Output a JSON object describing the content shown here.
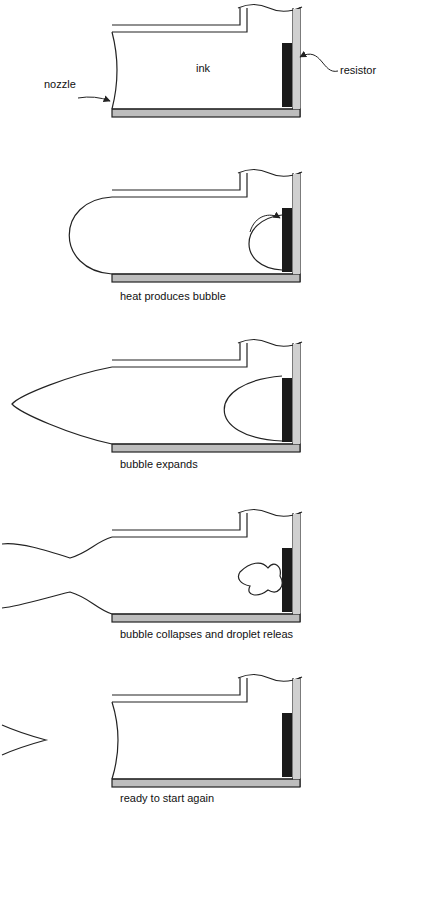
{
  "diagram": {
    "labels": [
      "nozzle",
      "ink",
      "resistor",
      "heat produces bubble",
      "bubble expands",
      "bubble collapses and droplet releas",
      "ready to start again"
    ]
  }
}
